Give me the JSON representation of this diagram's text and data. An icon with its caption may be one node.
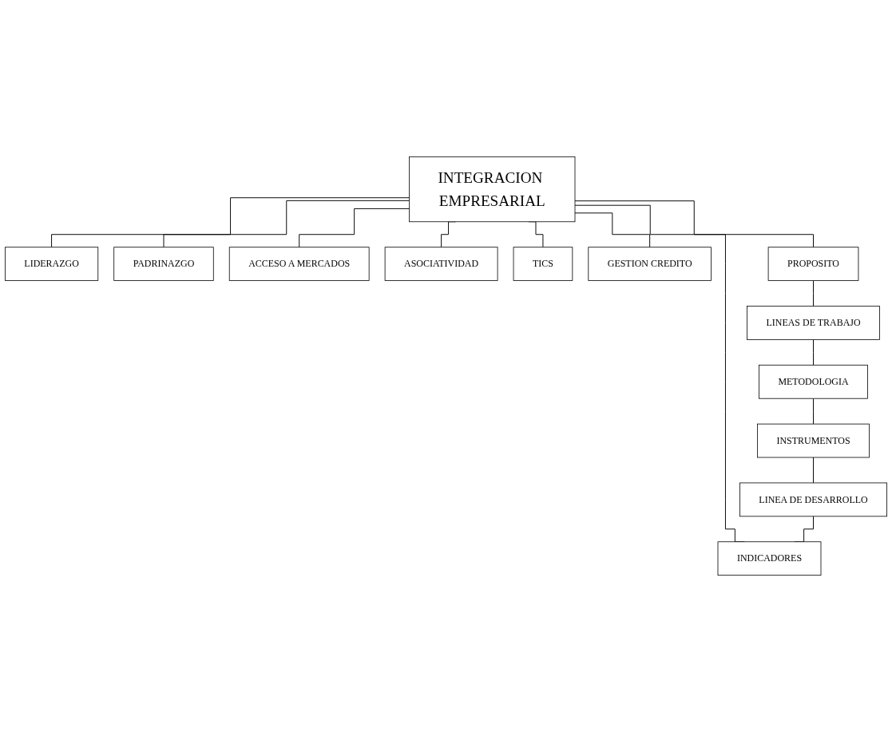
{
  "diagram": {
    "nodes": [
      {
        "text": [
          "INTEGRACION EMPRESARIAL"
        ]
      },
      {
        "text": [
          "LIDERAZGO"
        ]
      },
      {
        "text": [
          "PADRINAZGO"
        ]
      },
      {
        "text": [
          "ACCESO A MERCADOS"
        ]
      },
      {
        "text": [
          "ASOCIATIVIDAD"
        ]
      },
      {
        "text": [
          "TICS"
        ]
      },
      {
        "text": [
          "GESTION CREDITO"
        ]
      },
      {
        "text": [
          "PROPOSITO"
        ]
      },
      {
        "text": [
          "LINEAS DE  TRABAJO"
        ]
      },
      {
        "text": [
          "METODOLOGIA"
        ]
      },
      {
        "text": [
          "INSTRUMENTOS"
        ]
      },
      {
        "text": [
          "LINEA DE DESARROLLO"
        ]
      },
      {
        "text": [
          "INDICADORES"
        ]
      }
    ],
    "edges": [
      {
        "from": 0,
        "to": 1,
        "arrow": "none"
      },
      {
        "from": 0,
        "to": 2,
        "arrow": "none"
      },
      {
        "from": 0,
        "to": 3,
        "arrow": "none"
      },
      {
        "from": 0,
        "to": 4,
        "arrow": "none"
      },
      {
        "from": 0,
        "to": 5,
        "arrow": "none"
      },
      {
        "from": 0,
        "to": 6,
        "arrow": "none"
      },
      {
        "from": 0,
        "to": 7,
        "arrow": "none"
      },
      {
        "from": 0,
        "to": 12,
        "arrow": "none"
      },
      {
        "from": 7,
        "to": 8,
        "arrow": "none"
      },
      {
        "from": 8,
        "to": 9,
        "arrow": "none"
      },
      {
        "from": 9,
        "to": 10,
        "arrow": "none"
      },
      {
        "from": 10,
        "to": 11,
        "arrow": "none"
      },
      {
        "from": 11,
        "to": 12,
        "arrow": "none"
      }
    ]
  }
}
